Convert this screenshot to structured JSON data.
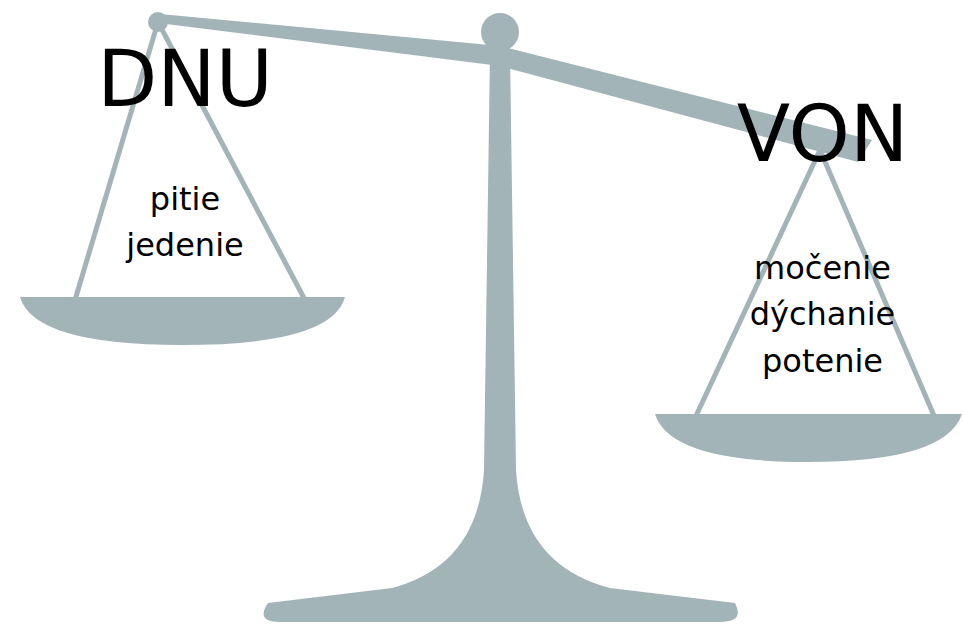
{
  "diagram": {
    "nodes": [
      {
        "text": [
          "DNU",
          "pitie jedenie"
        ]
      },
      {
        "text": [
          "VON",
          "močenie dýchanie potenie"
        ]
      }
    ]
  }
}
